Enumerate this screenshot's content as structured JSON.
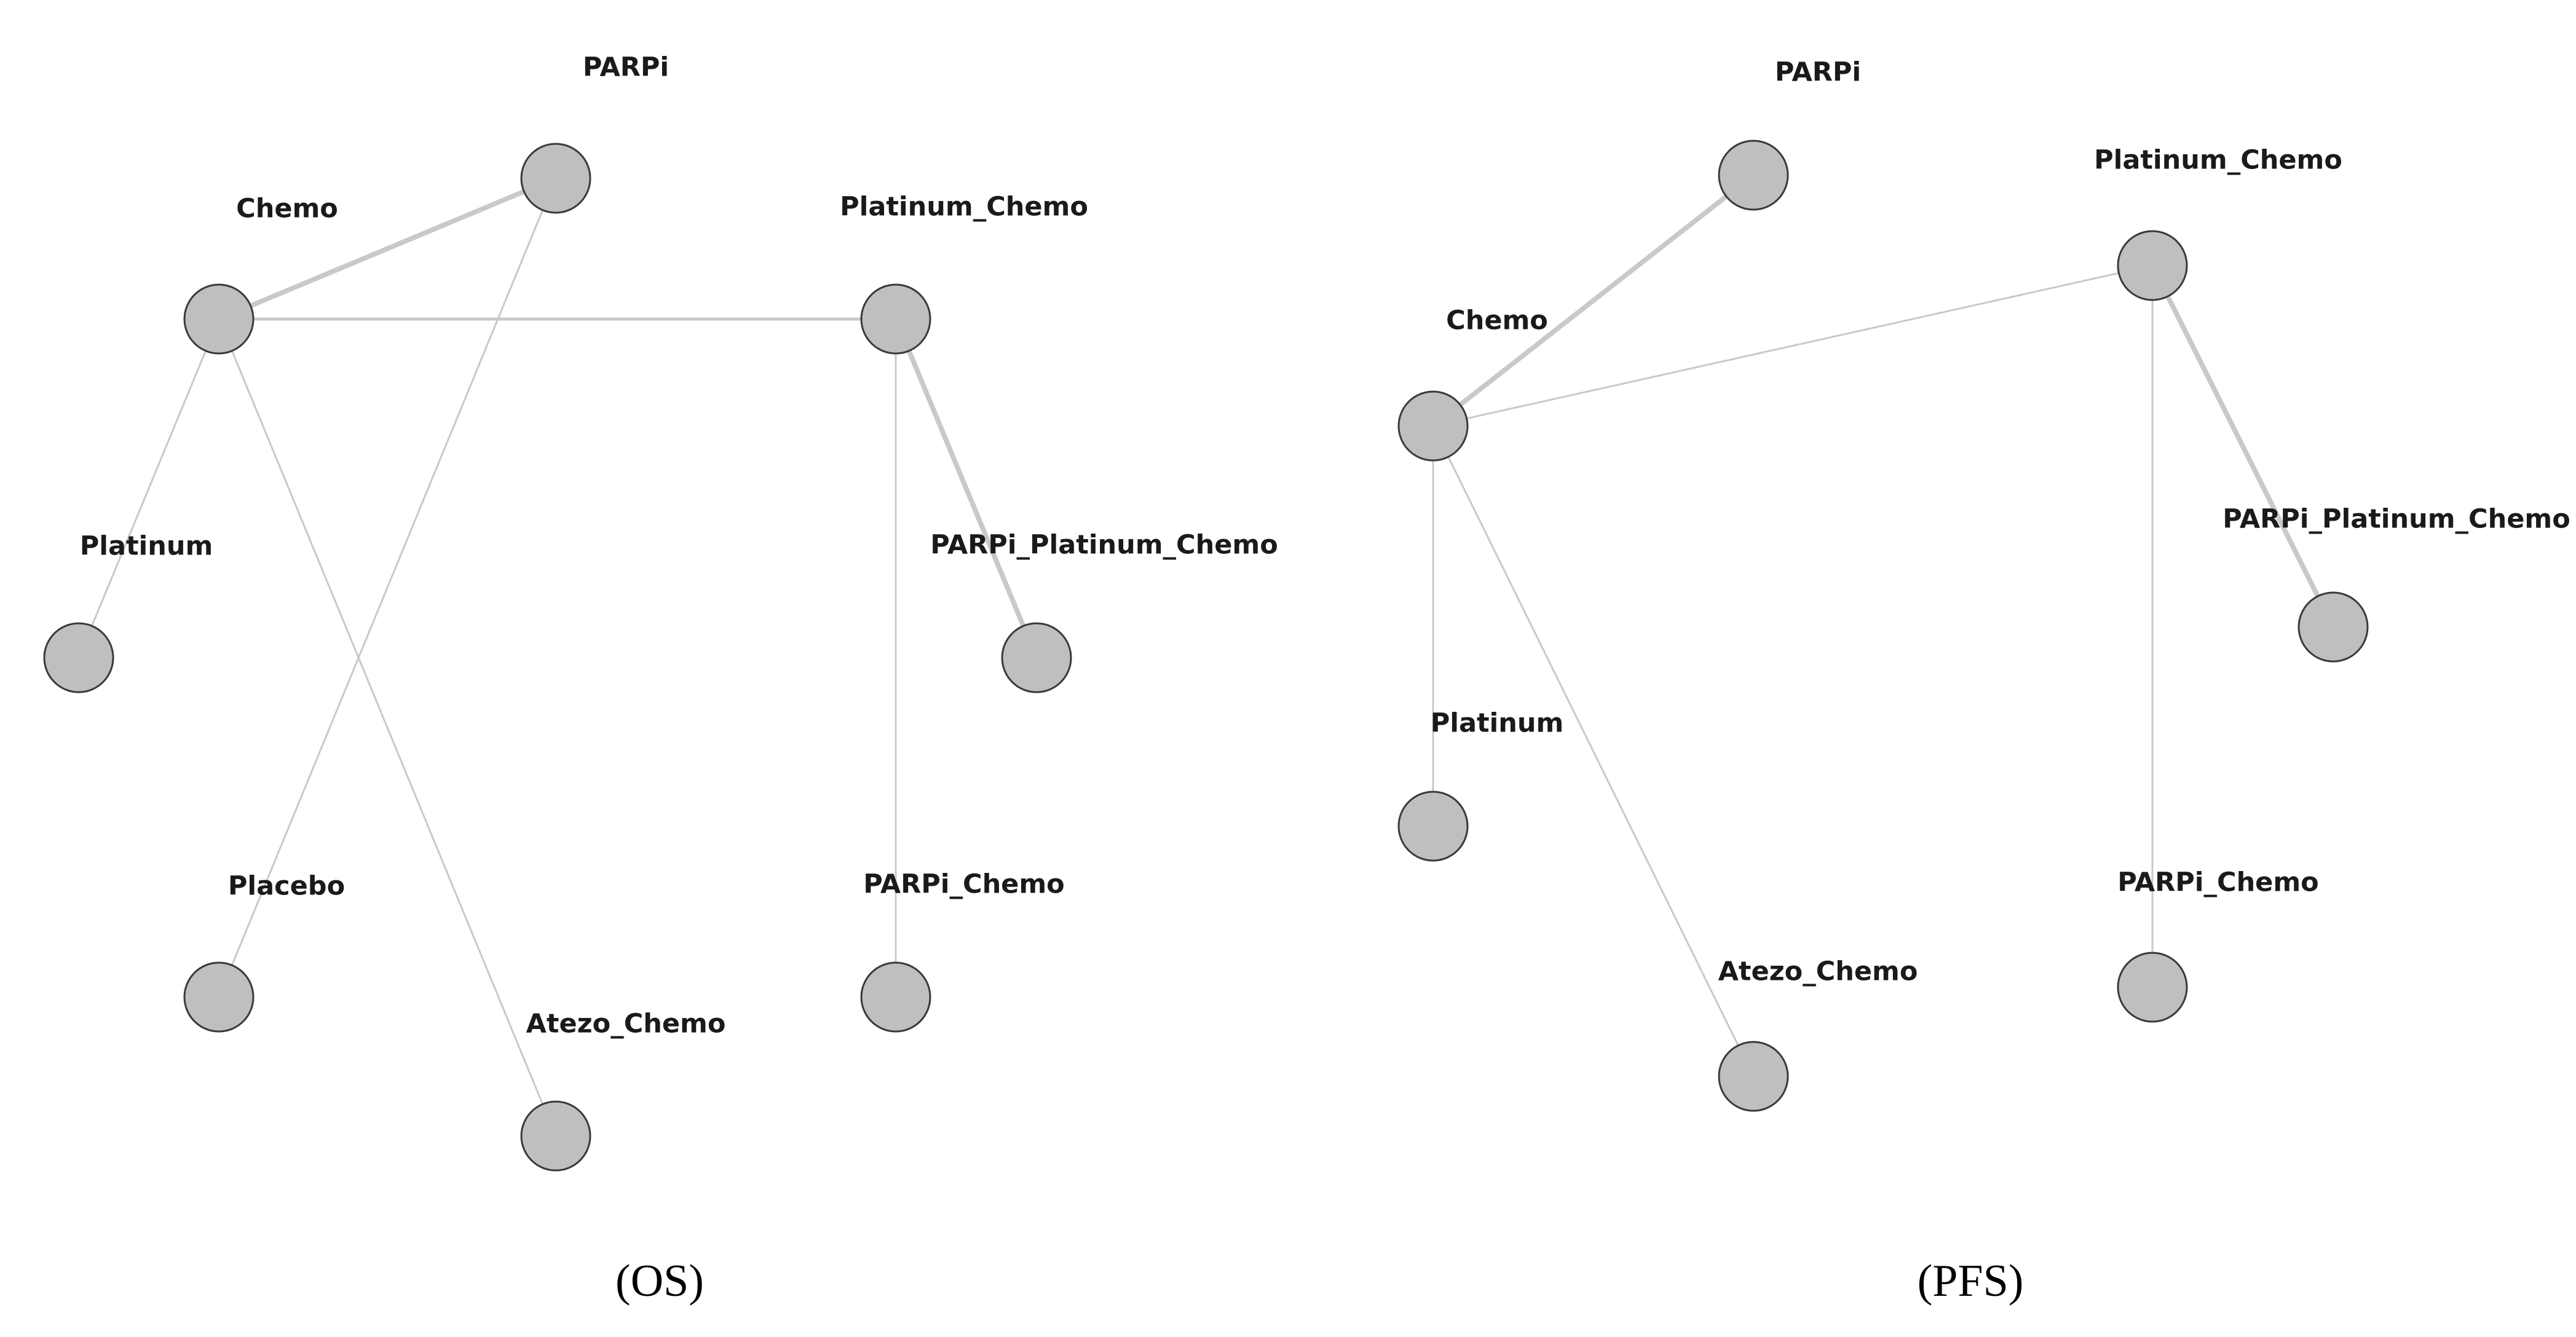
{
  "panels": [
    {
      "id": "os",
      "caption": "(OS)",
      "nodes": [
        {
          "id": "PARPi",
          "label": "PARPi"
        },
        {
          "id": "Chemo",
          "label": "Chemo"
        },
        {
          "id": "Platinum_Chemo",
          "label": "Platinum_Chemo"
        },
        {
          "id": "Platinum",
          "label": "Platinum"
        },
        {
          "id": "PARPi_Platinum_Chemo",
          "label": "PARPi_Platinum_Chemo"
        },
        {
          "id": "Placebo",
          "label": "Placebo"
        },
        {
          "id": "PARPi_Chemo",
          "label": "PARPi_Chemo"
        },
        {
          "id": "Atezo_Chemo",
          "label": "Atezo_Chemo"
        }
      ],
      "edges": [
        {
          "from": "Chemo",
          "to": "PARPi",
          "weight": "thick"
        },
        {
          "from": "Chemo",
          "to": "Platinum_Chemo",
          "weight": "medium"
        },
        {
          "from": "Chemo",
          "to": "Platinum",
          "weight": "thin"
        },
        {
          "from": "Chemo",
          "to": "Atezo_Chemo",
          "weight": "thin"
        },
        {
          "from": "PARPi",
          "to": "Placebo",
          "weight": "thin"
        },
        {
          "from": "Platinum_Chemo",
          "to": "PARPi_Chemo",
          "weight": "thin"
        },
        {
          "from": "Platinum_Chemo",
          "to": "PARPi_Platinum_Chemo",
          "weight": "thick"
        }
      ]
    },
    {
      "id": "pfs",
      "caption": "(PFS)",
      "nodes": [
        {
          "id": "PARPi",
          "label": "PARPi"
        },
        {
          "id": "Platinum_Chemo",
          "label": "Platinum_Chemo"
        },
        {
          "id": "Chemo",
          "label": "Chemo"
        },
        {
          "id": "PARPi_Platinum_Chemo",
          "label": "PARPi_Platinum_Chemo"
        },
        {
          "id": "Platinum",
          "label": "Platinum"
        },
        {
          "id": "PARPi_Chemo",
          "label": "PARPi_Chemo"
        },
        {
          "id": "Atezo_Chemo",
          "label": "Atezo_Chemo"
        }
      ],
      "edges": [
        {
          "from": "Chemo",
          "to": "PARPi",
          "weight": "thick"
        },
        {
          "from": "Chemo",
          "to": "Platinum_Chemo",
          "weight": "thin"
        },
        {
          "from": "Chemo",
          "to": "Platinum",
          "weight": "thin"
        },
        {
          "from": "Chemo",
          "to": "Atezo_Chemo",
          "weight": "thin"
        },
        {
          "from": "Platinum_Chemo",
          "to": "PARPi_Chemo",
          "weight": "thin"
        },
        {
          "from": "Platinum_Chemo",
          "to": "PARPi_Platinum_Chemo",
          "weight": "thick"
        }
      ]
    }
  ]
}
